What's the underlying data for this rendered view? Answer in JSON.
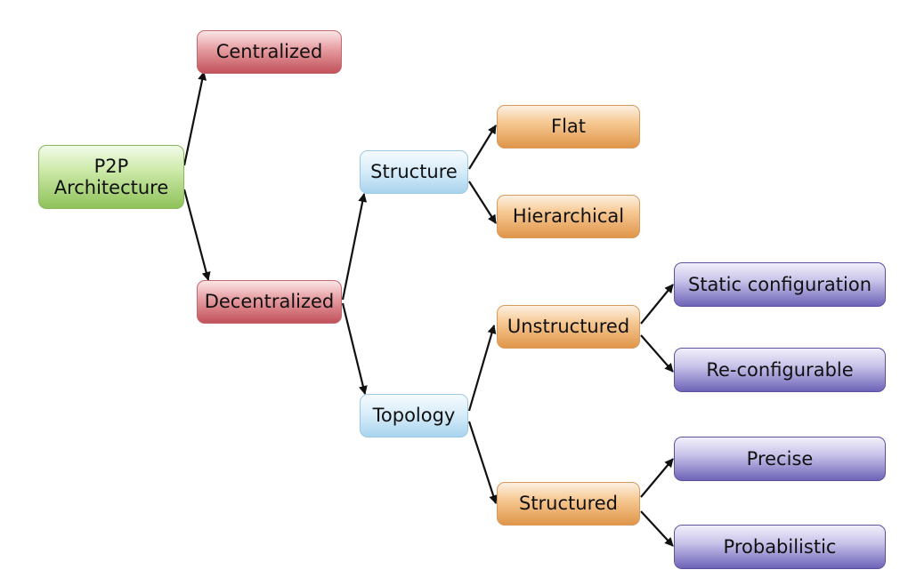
{
  "diagram": {
    "nodes": {
      "p2p": {
        "line1": "P2P",
        "line2": "Architecture"
      },
      "centralized": "Centralized",
      "decentralized": "Decentralized",
      "structure": "Structure",
      "topology": "Topology",
      "flat": "Flat",
      "hierarchical": "Hierarchical",
      "unstructured": "Unstructured",
      "structured": "Structured",
      "static_configuration": "Static configuration",
      "reconfigurable": "Re-configurable",
      "precise": "Precise",
      "probabilistic": "Probabilistic"
    },
    "edges": [
      [
        "p2p",
        "centralized"
      ],
      [
        "p2p",
        "decentralized"
      ],
      [
        "decentralized",
        "structure"
      ],
      [
        "decentralized",
        "topology"
      ],
      [
        "structure",
        "flat"
      ],
      [
        "structure",
        "hierarchical"
      ],
      [
        "topology",
        "unstructured"
      ],
      [
        "topology",
        "structured"
      ],
      [
        "unstructured",
        "static_configuration"
      ],
      [
        "unstructured",
        "reconfigurable"
      ],
      [
        "structured",
        "precise"
      ],
      [
        "structured",
        "probabilistic"
      ]
    ],
    "colors": {
      "root": "#8fc25a",
      "level1": "#c1515a",
      "level2": "#a9d4ee",
      "level3": "#e0964a",
      "level4": "#6d64b8",
      "arrow": "#111111"
    }
  }
}
